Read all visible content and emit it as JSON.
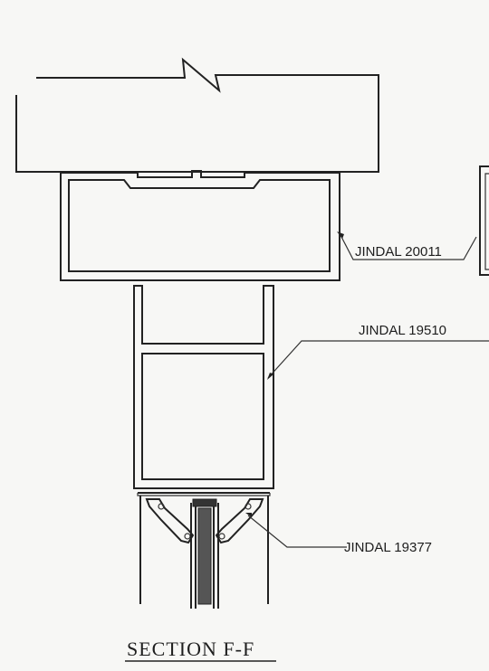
{
  "labels": {
    "profile_1": "JINDAL 20011",
    "profile_2": "JINDAL 19510",
    "profile_3": "JINDAL 19377"
  },
  "section_title": "SECTION  F-F"
}
